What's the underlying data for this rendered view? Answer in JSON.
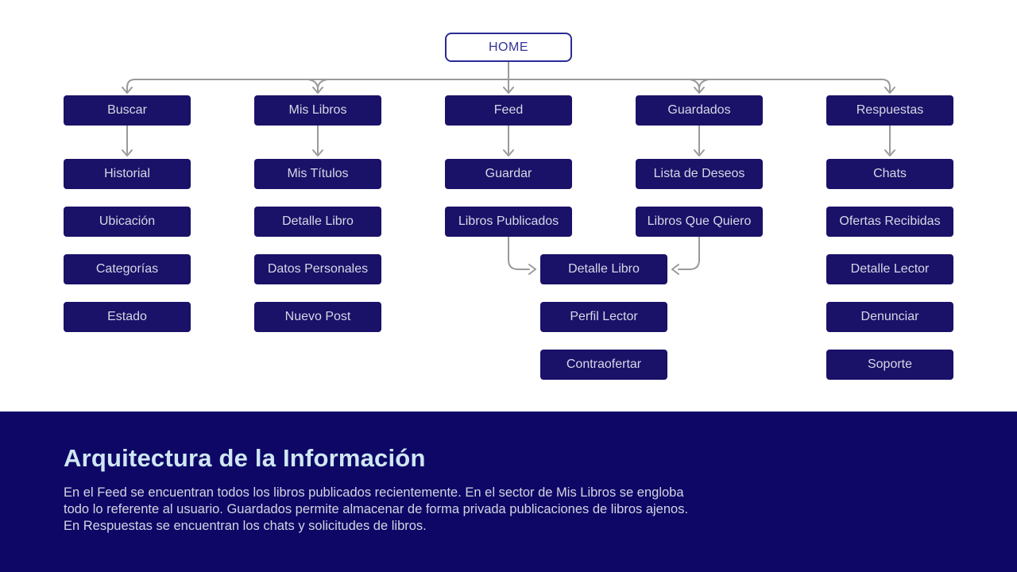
{
  "diagram": {
    "home_label": "HOME",
    "columns": [
      {
        "root": "Buscar",
        "children": [
          "Historial",
          "Ubicación",
          "Categorías",
          "Estado"
        ]
      },
      {
        "root": "Mis Libros",
        "children": [
          "Mis Títulos",
          "Detalle Libro",
          "Datos Personales",
          "Nuevo Post"
        ]
      },
      {
        "root": "Feed",
        "children": [
          "Guardar",
          "Libros Publicados"
        ]
      },
      {
        "root": "Guardados",
        "children": [
          "Lista de Deseos",
          "Libros Que Quiero"
        ]
      },
      {
        "root": "Respuestas",
        "children": [
          "Chats",
          "Ofertas Recibidas",
          "Detalle Lector",
          "Denunciar",
          "Soporte"
        ]
      }
    ],
    "center_branch": [
      "Detalle Libro",
      "Perfil Lector",
      "Contraofertar"
    ]
  },
  "footer": {
    "title": "Arquitectura de la Información",
    "body": "En el Feed se encuentran todos los libros publicados recientemente. En el sector de Mis Libros se engloba todo lo referente al usuario. Guardados permite almacenar de forma privada publicaciones de libros ajenos. En Respuestas se encuentran los chats y solicitudes de libros."
  },
  "colors": {
    "box-bg": "#1a1168",
    "box-text": "#d6d8e6",
    "home-border": "#2b2b96",
    "home-text": "#34349b",
    "arrow": "#9a9a9a",
    "panel-bg": "#0e0766",
    "title-color": "#cfe7f2",
    "body-color": "#d4d5e2"
  }
}
